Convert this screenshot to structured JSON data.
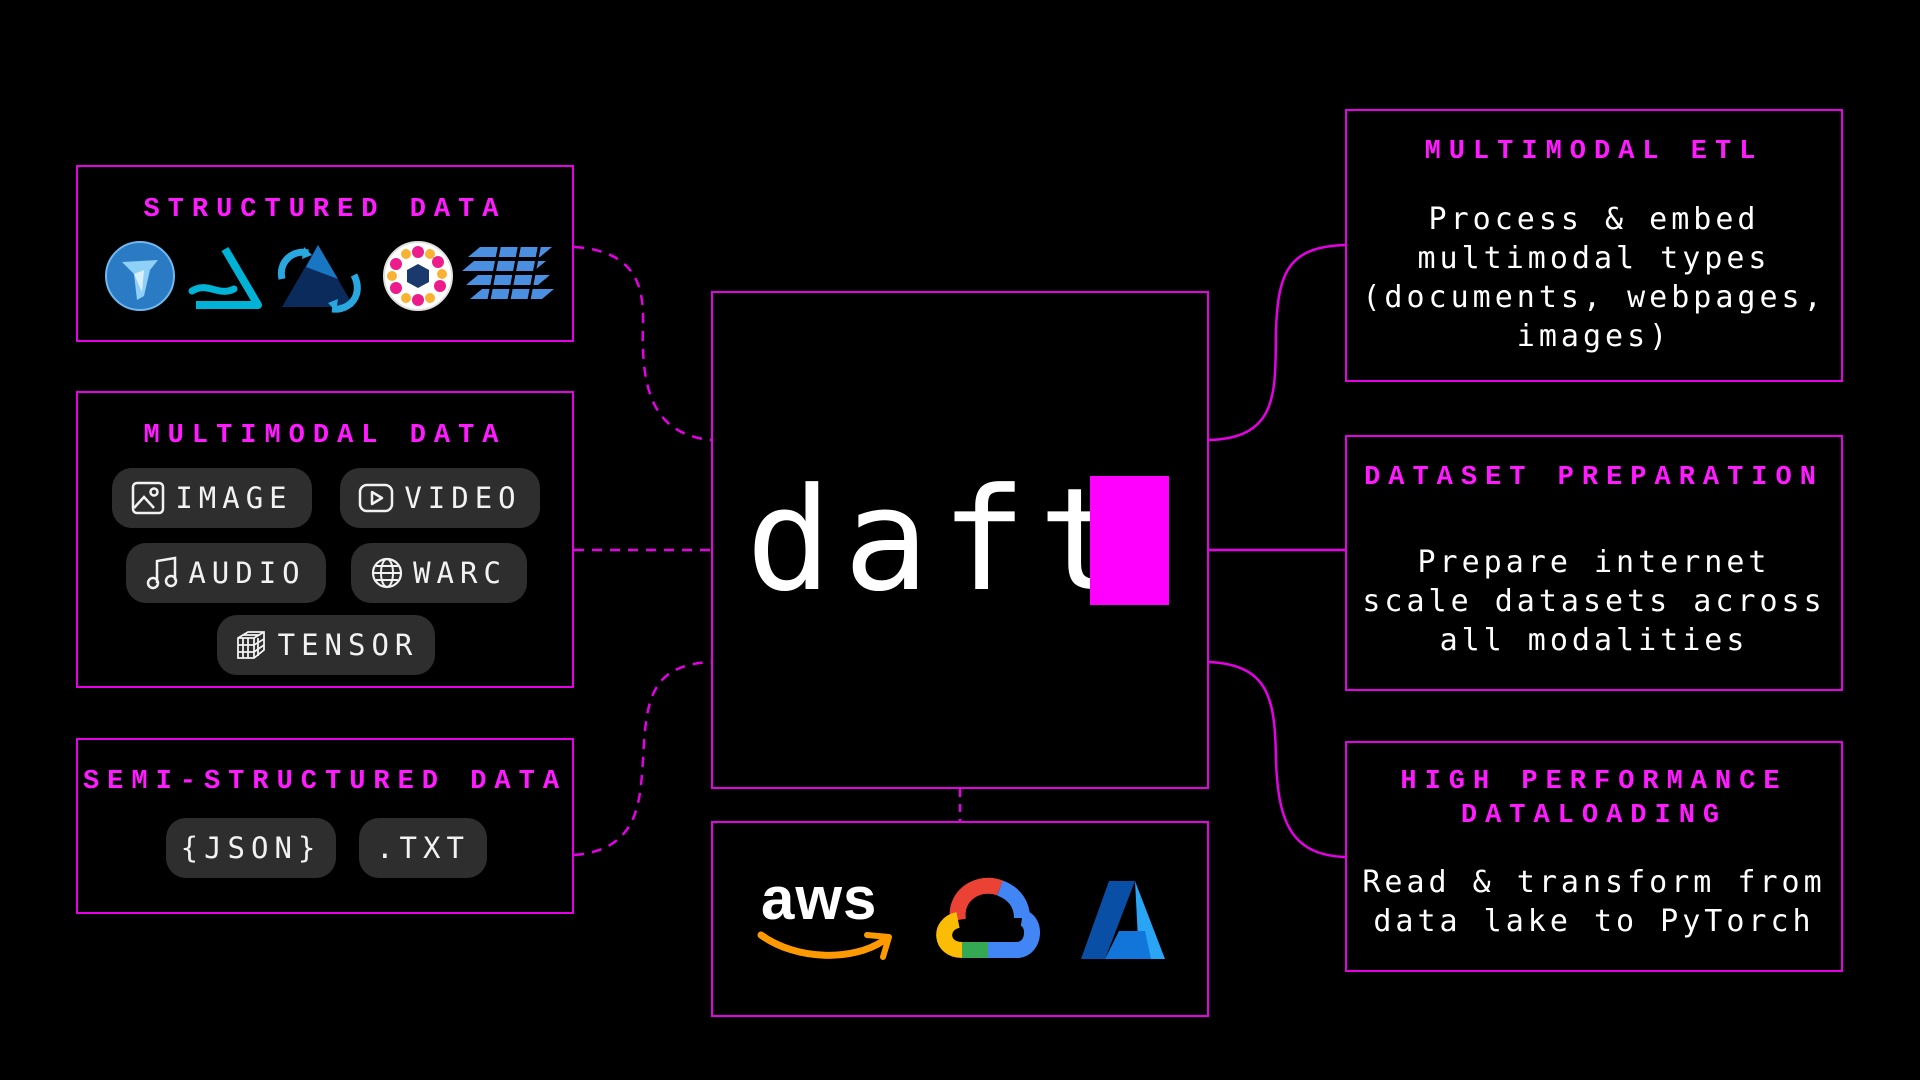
{
  "center": {
    "brand": "daft"
  },
  "inputs": {
    "structured": {
      "title": "STRUCTURED DATA",
      "logos": [
        "apache-iceberg-logo",
        "delta-lake-logo",
        "apache-hudi-logo",
        "apache-parquet-logo",
        "unity-catalog-logo"
      ]
    },
    "multimodal": {
      "title": "MULTIMODAL DATA",
      "pills": [
        {
          "label": "IMAGE",
          "icon": "image-icon"
        },
        {
          "label": "VIDEO",
          "icon": "video-icon"
        },
        {
          "label": "AUDIO",
          "icon": "audio-icon"
        },
        {
          "label": "WARC",
          "icon": "globe-icon"
        },
        {
          "label": "TENSOR",
          "icon": "tensor-cube-icon"
        }
      ]
    },
    "semi_structured": {
      "title": "SEMI-STRUCTURED DATA",
      "pills": [
        {
          "label": "{JSON}"
        },
        {
          "label": ".TXT"
        }
      ]
    }
  },
  "clouds": {
    "aws": "aws",
    "logos": [
      "aws-logo",
      "google-cloud-logo",
      "azure-logo"
    ]
  },
  "outputs": [
    {
      "title": "MULTIMODAL ETL",
      "desc": [
        "Process & embed",
        "multimodal types",
        "(documents, webpages,",
        "images)"
      ]
    },
    {
      "title": "DATASET PREPARATION",
      "desc": [
        "Prepare internet",
        "scale datasets across",
        "all modalities"
      ]
    },
    {
      "title": "HIGH PERFORMANCE",
      "title2": "DATALOADING",
      "desc": [
        "Read & transform from",
        "data lake to PyTorch"
      ]
    }
  ],
  "colors": {
    "accent": "#ff00ff",
    "background": "#000000",
    "pill": "#2e2e2e"
  }
}
